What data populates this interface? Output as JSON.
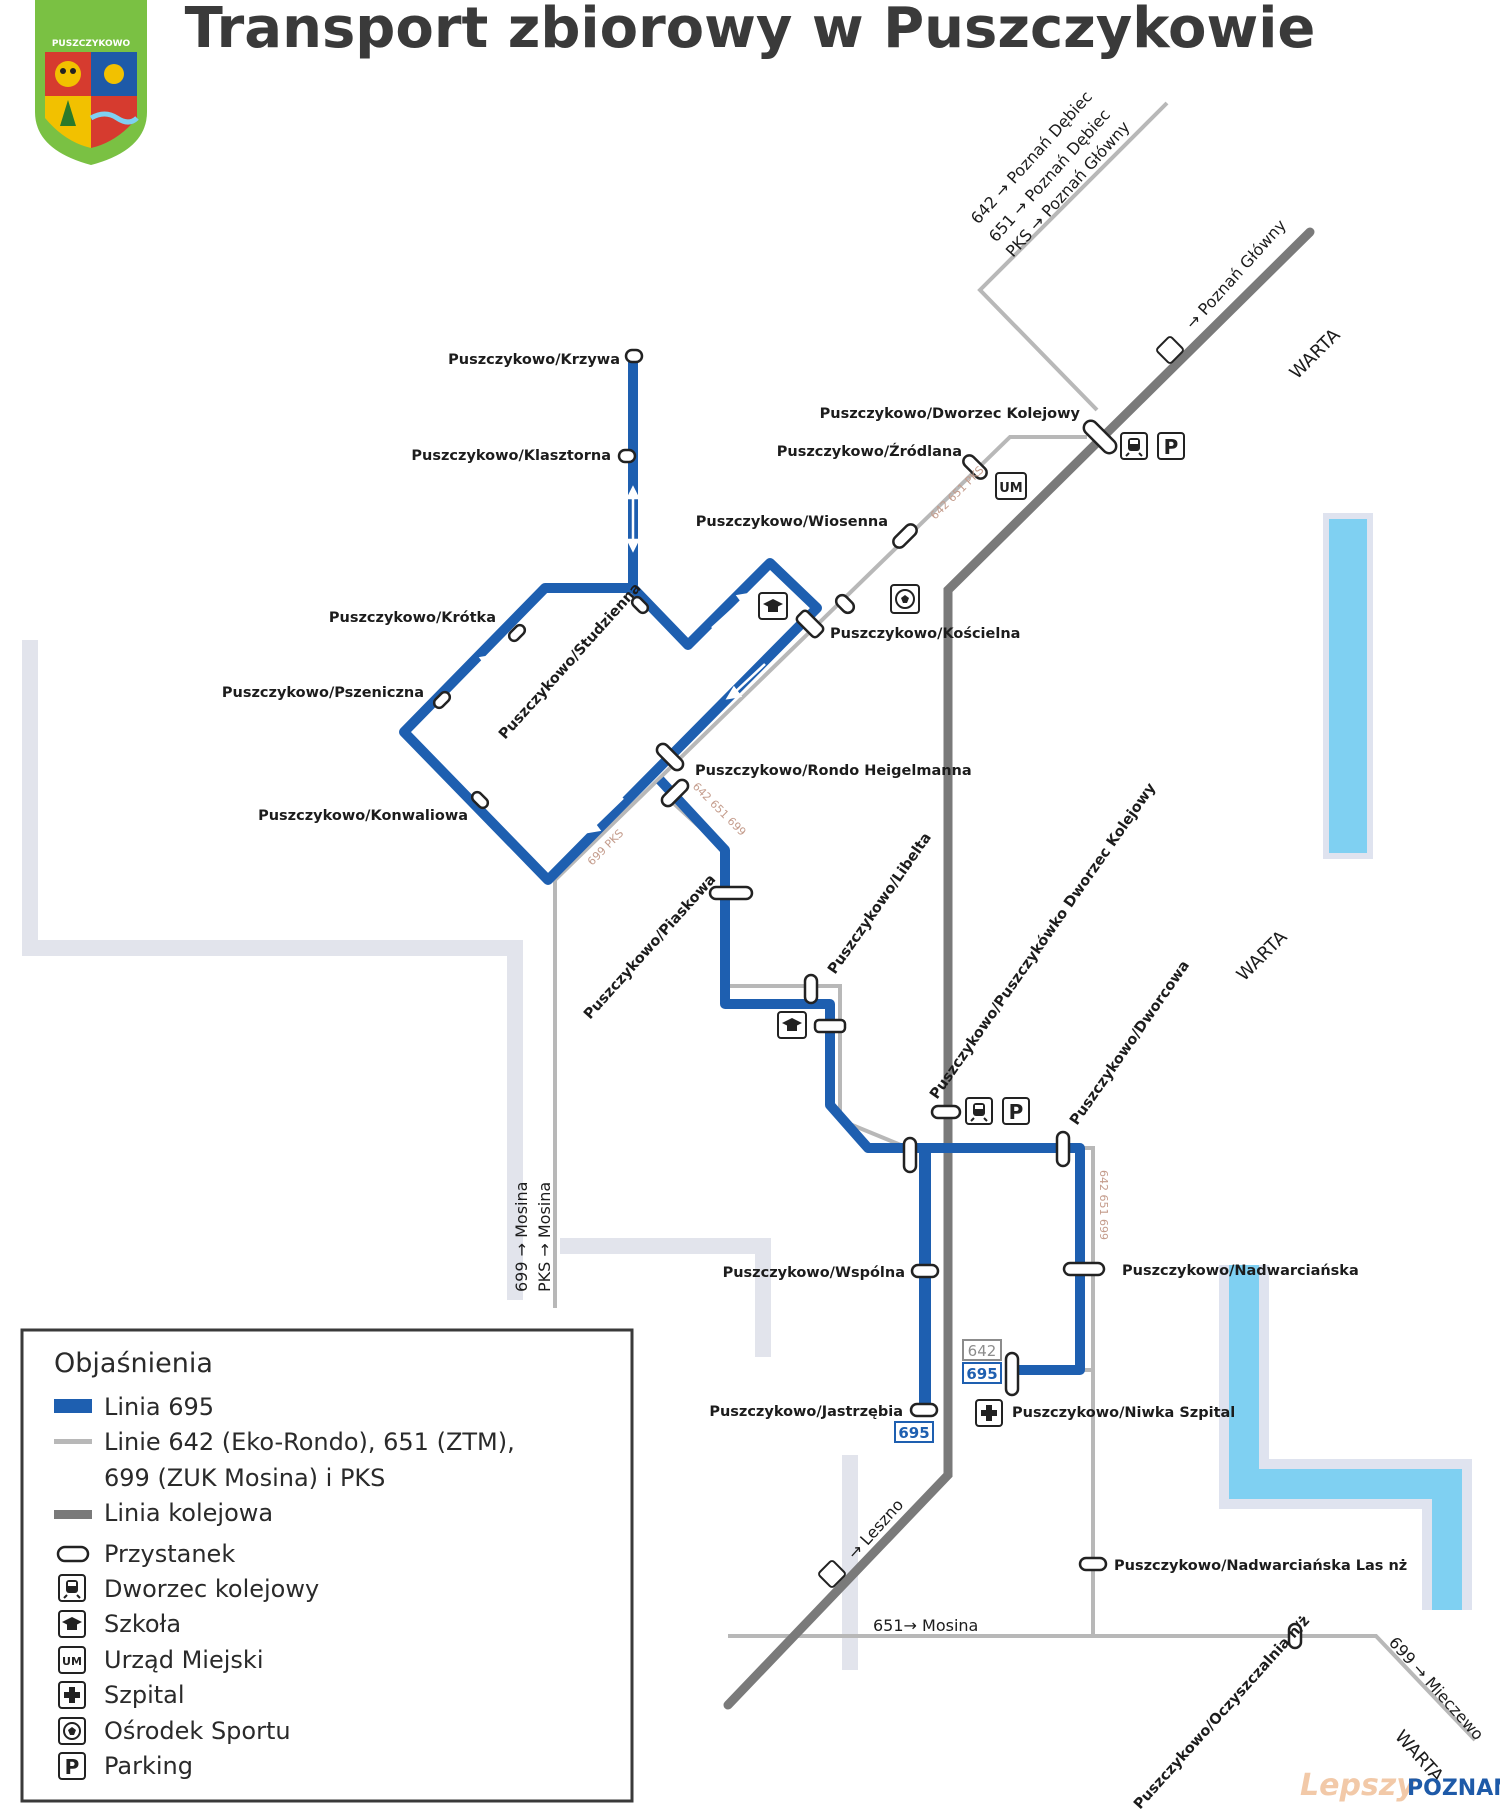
{
  "title": "Transport zbiorowy w Puszczykowie",
  "logo": {
    "text": "PUSZCZYKOWO",
    "colors": [
      "#7ac143",
      "#1e5aa8",
      "#d63b2f",
      "#f2c100"
    ]
  },
  "colors": {
    "line695": "#1e5fb0",
    "bus_lines": "#b8b8b8",
    "railway": "#7a7a7a",
    "river": "#7fd0f2",
    "river_light": "#dfe3ef",
    "stop_outline": "#222222"
  },
  "stops": {
    "krzywa": "Puszczykowo/Krzywa",
    "klasztorna": "Puszczykowo/Klasztorna",
    "krotka": "Puszczykowo/Krótka",
    "pszeniczna": "Puszczykowo/Pszeniczna",
    "konwaliowa": "Puszczykowo/Konwaliowa",
    "studzienna": "Puszczykowo/Studzienna",
    "wiosenna": "Puszczykowo/Wiosenna",
    "zrodlana": "Puszczykowo/Źródlana",
    "dworzec_kolejowy": "Puszczykowo/Dworzec Kolejowy",
    "koscielna": "Puszczykowo/Kościelna",
    "rondo": "Puszczykowo/Rondo Heigelmanna",
    "piaskowa": "Puszczykowo/Piaskowa",
    "libelta": "Puszczykowo/Libelta",
    "puszczykowko": "Puszczykowo/Puszczykówko Dworzec Kolejowy",
    "dworcowa": "Puszczykowo/Dworcowa",
    "wspolna": "Puszczykowo/Wspólna",
    "nadwarcianska": "Puszczykowo/Nadwarciańska",
    "jastrzebia": "Puszczykowo/Jastrzębia",
    "niwka": "Puszczykowo/Niwka Szpital",
    "nadwarcianska_las": "Puszczykowo/Nadwarciańska Las nż",
    "oczyszczalnia": "Puszczykowo/Oczyszczalnia n/ż"
  },
  "directions": {
    "d642": "642 → Poznań Dębiec",
    "d651": "651 → Poznań Dębiec",
    "dpks": "PKS → Poznań Główny",
    "poznan_glowny": "→ Poznań Główny",
    "leszno": "→ Leszno",
    "mosina651": "651→ Mosina",
    "mosina699": "699 → Mosina",
    "mosinapks": "PKS → Mosina",
    "mieczewo": "699 → Mieczewo"
  },
  "rivers": {
    "warta1": "WARTA",
    "warta2": "WARTA",
    "warta3": "WARTA"
  },
  "route_tags": {
    "t1": "642 651 PKS",
    "t2": "642 651 699",
    "t3": "699 PKS",
    "t4": "642 651 699"
  },
  "badges": {
    "b642": "642",
    "b695a": "695",
    "b695b": "695"
  },
  "symbols": {
    "um": "UM",
    "parking": "P"
  },
  "legend": {
    "title": "Objaśnienia",
    "items": [
      {
        "label": "Linia 695"
      },
      {
        "label": "Linie 642 (Eko-Rondo), 651 (ZTM),"
      },
      {
        "label": "699 (ZUK Mosina) i PKS"
      },
      {
        "label": "Linia kolejowa"
      },
      {
        "label": "Przystanek"
      },
      {
        "label": "Dworzec kolejowy"
      },
      {
        "label": "Szkoła"
      },
      {
        "label": "Urząd Miejski"
      },
      {
        "label": "Szpital"
      },
      {
        "label": "Ośrodek Sportu"
      },
      {
        "label": "Parking"
      }
    ]
  },
  "watermark": {
    "part1": "Lepszy",
    "part2": "POZNAN.pl"
  }
}
